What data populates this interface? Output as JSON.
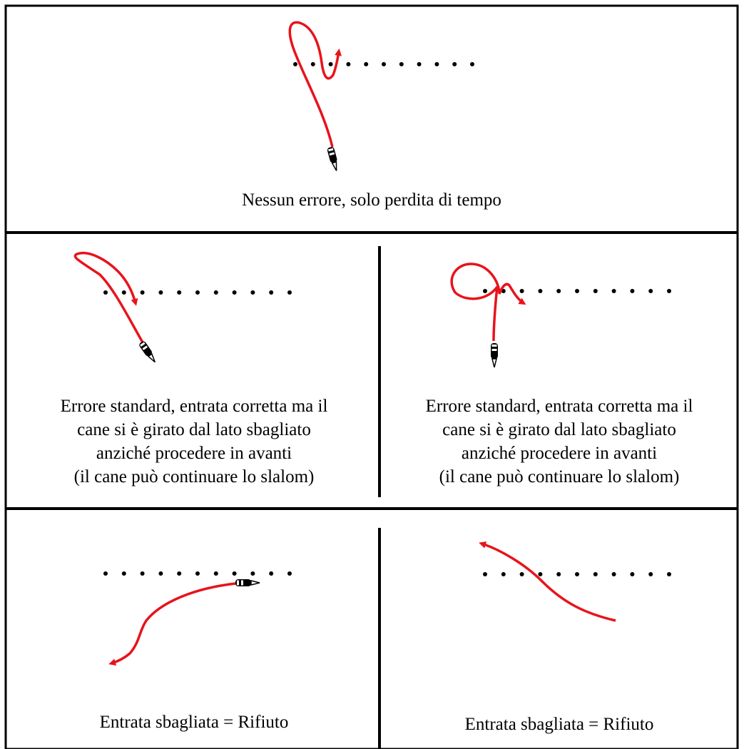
{
  "colors": {
    "path": "#e8131b",
    "dots": "#000000",
    "lines": "#000000",
    "dog": "#000000"
  },
  "panels": [
    {
      "id": "top",
      "caption": [
        "Nessun errore, solo perdita di tempo"
      ]
    },
    {
      "id": "mid-left",
      "caption": [
        "Errore standard, entrata corretta ma il",
        "cane si è girato dal lato sbagliato",
        "anziché procedere in avanti",
        "(il cane può continuare lo slalom)"
      ]
    },
    {
      "id": "mid-right",
      "caption": [
        "Errore standard, entrata corretta ma il",
        "cane si è girato dal lato sbagliato",
        "anziché procedere in avanti",
        "(il cane può continuare lo slalom)"
      ]
    },
    {
      "id": "bottom-left",
      "caption": [
        "Entrata sbagliata = Rifiuto"
      ]
    },
    {
      "id": "bottom-right",
      "caption": [
        "Entrata sbagliata = Rifiuto"
      ]
    }
  ]
}
